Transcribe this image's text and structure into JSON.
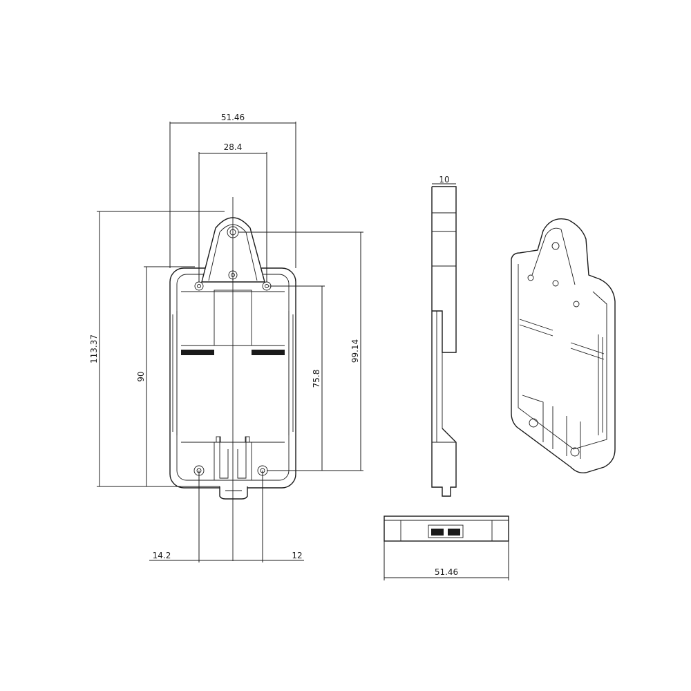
{
  "dimensions": {
    "front_total_width": "51.46",
    "front_hole_spacing": "28.4",
    "front_total_height": "113.37",
    "front_height_90": "90",
    "front_height_758": "75.8",
    "front_height_9914": "99.14",
    "front_left_offset": "14.2",
    "front_right_offset": "12",
    "side_thickness": "10",
    "bottom_width": "51.46"
  }
}
